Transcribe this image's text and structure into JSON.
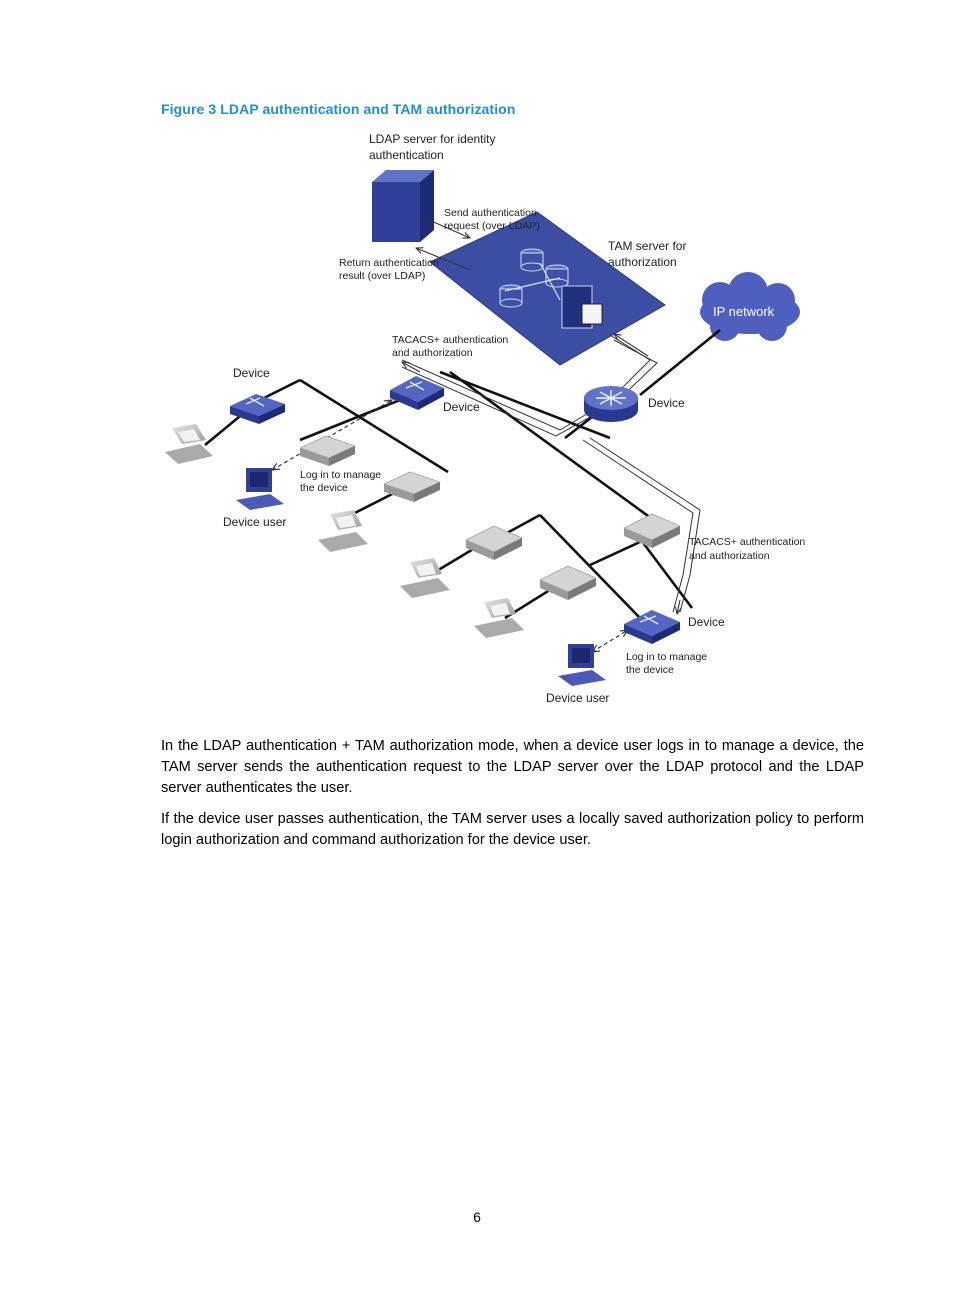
{
  "figure": {
    "caption": "Figure 3 LDAP authentication and TAM authorization",
    "labels": {
      "ldap_server_1": "LDAP server for identity",
      "ldap_server_2": "authentication",
      "send_req_1": "Send authentication",
      "send_req_2": "request (over LDAP)",
      "tam_1": "TAM server for",
      "tam_2": "authorization",
      "return_1": "Return authentication",
      "return_2": "result (over LDAP)",
      "ip_network": "IP network",
      "tacacs_top_1": "TACACS+ authentication",
      "tacacs_top_2": "and authorization",
      "device_left": "Device",
      "device_center": "Device",
      "device_router": "Device",
      "login_left_1": "Log in to manage",
      "login_left_2": "the device",
      "device_user_left": "Device user",
      "tacacs_right_1": "TACACS+ authentication",
      "tacacs_right_2": "and authorization",
      "device_right": "Device",
      "login_right_1": "Log in to manage",
      "login_right_2": "the device",
      "device_user_right": "Device user"
    }
  },
  "body": {
    "paragraph_1": "In the LDAP authentication + TAM authorization mode, when a device user logs in to manage a device, the TAM server sends the authentication request to the LDAP server over the LDAP protocol and the LDAP server authenticates the user.",
    "paragraph_2": "If the device user passes authentication, the TAM server uses a locally saved authorization policy to perform login authorization and command authorization for the device user."
  },
  "page_number": "6",
  "colors": {
    "caption": "#1f8fd1",
    "device_blue": "#2f3f9a",
    "tam_platform": "#3c4ea3",
    "switch_gray": "#c8c8c8"
  }
}
